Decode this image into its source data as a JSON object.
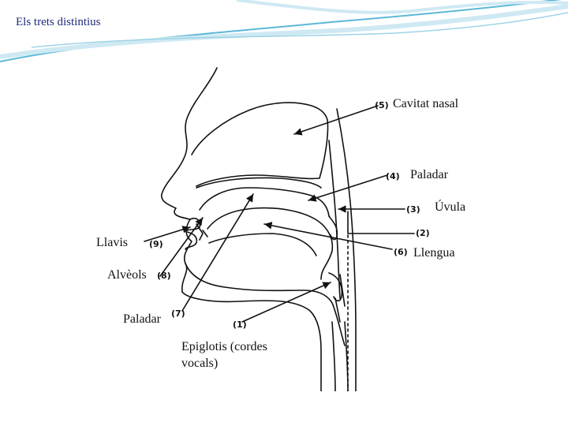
{
  "slide": {
    "title": "Els trets distintius"
  },
  "colors": {
    "header_wave": "#5bb8d6",
    "header_wave_light": "#cfe9f3",
    "title_text": "#1f2a78",
    "drawing_ink": "#111111"
  },
  "diagram": {
    "labels": {
      "cavitat_nasal": "Cavitat nasal",
      "paladar_top": "Paladar",
      "uvula": "Úvula",
      "llavis": "Llavis",
      "llengua": "Llengua",
      "alveols": "Alvèols",
      "paladar_bottom": "Paladar",
      "epiglotis_line1": "Epiglotis (cordes",
      "epiglotis_line2": "vocals)"
    },
    "numbers": {
      "n1": "(1)",
      "n2": "(2)",
      "n3": "(3)",
      "n4": "(4)",
      "n5": "(5)",
      "n6": "(6)",
      "n7": "(7)",
      "n8": "(8)",
      "n9": "(9)"
    }
  }
}
